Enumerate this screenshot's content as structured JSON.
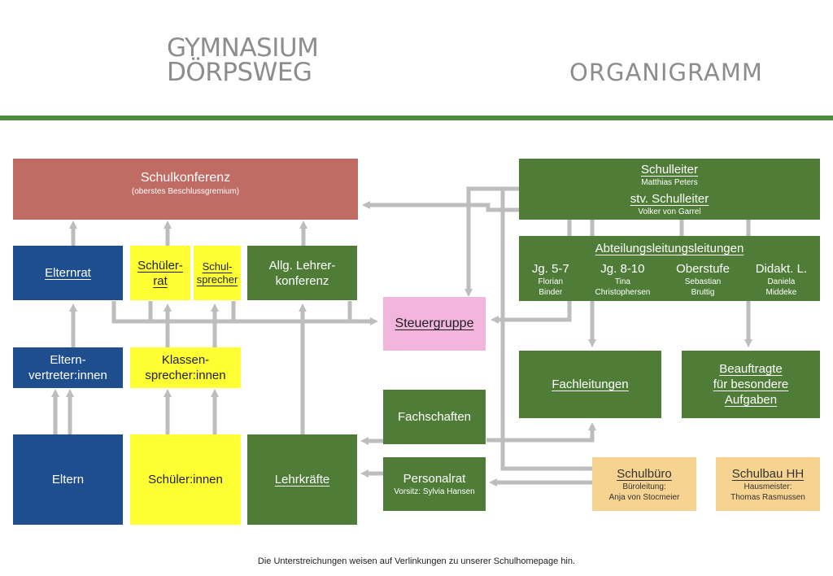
{
  "colors": {
    "green": "#4f7d38",
    "blue": "#1f4e8f",
    "yellow": "#ffff33",
    "red": "#c06b63",
    "pink": "#f2b5dc",
    "tan": "#f7d391",
    "arrow": "#bdbdbd"
  },
  "header": {
    "logo_line1": "GYMNASIUM",
    "logo_line2": "DÖRPSWEG",
    "title": "ORGANIGRAMM"
  },
  "schulkonferenz": {
    "title": "Schulkonferenz",
    "subtitle": "(oberstes Beschlussgremium)"
  },
  "elternrat": "Elternrat",
  "schuelerrat": {
    "l1": "Schüler-",
    "l2": "rat"
  },
  "schulsprecher": {
    "l1": "Schul-",
    "l2": "sprecher"
  },
  "lehrerkonferenz": {
    "l1": "Allg. Lehrer-",
    "l2": "konferenz"
  },
  "steuergruppe": "Steuergruppe",
  "elternvertreter": {
    "l1": "Eltern-",
    "l2": "vertreter:innen"
  },
  "klassensprecher": {
    "l1": "Klassen-",
    "l2": "sprecher:innen"
  },
  "eltern": "Eltern",
  "schueler": "Schüler:innen",
  "lehrkraefte": "Lehrkräfte",
  "fachschaften": "Fachschaften",
  "personalrat": {
    "title": "Personalrat",
    "sub": "Vorsitz: Sylvia Hansen"
  },
  "schulleitung": {
    "title": "Schulleiter",
    "name": "Matthias Peters",
    "vice_title": "stv. Schulleiter",
    "vice_name": "Volker von Garrel"
  },
  "abteilung": {
    "title": "Abteilungsleitungsleitungen",
    "cols": [
      {
        "label": "Jg. 5-7",
        "first": "Florian",
        "last": "Binder"
      },
      {
        "label": "Jg. 8-10",
        "first": "Tina",
        "last": "Christophersen"
      },
      {
        "label": "Oberstufe",
        "first": "Sebastian",
        "last": "Bruttig"
      },
      {
        "label": "Didakt. L.",
        "first": "Daniela",
        "last": "Middeke"
      }
    ]
  },
  "fachleitungen": "Fachleitungen",
  "beauftragte": {
    "l1": "Beauftragte",
    "l2": "für besondere",
    "l3": "Aufgaben"
  },
  "schulbuero": {
    "title": "Schulbüro",
    "role": "Büroleitung:",
    "name": "Anja von Stocmeier"
  },
  "schulbau": {
    "title": "Schulbau HH",
    "role": "Hausmeister:",
    "name": "Thomas Rasmussen"
  },
  "footer": "Die Unterstreichungen weisen auf Verlinkungen zu unserer Schulhomepage hin."
}
